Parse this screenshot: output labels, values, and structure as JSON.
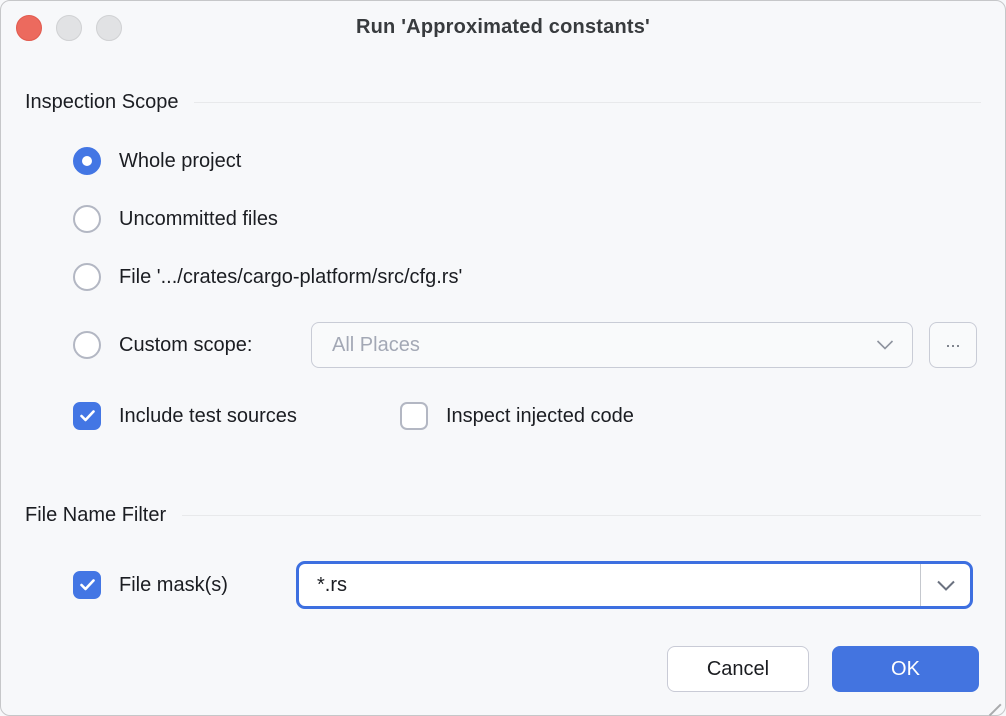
{
  "window": {
    "title": "Run 'Approximated constants'"
  },
  "colors": {
    "accent_blue": "#4376E4",
    "ok_button_blue": "#4374E0",
    "dialog_background": "#F7F8FA",
    "close_button_red": "#EC6A5E",
    "disabled_text": "#A3A8B5",
    "border_gray": "#C9CCD6"
  },
  "icons": {
    "chevron_down": "v",
    "checkmark": "check",
    "ellipsis": "..."
  },
  "inspection_scope": {
    "heading": "Inspection Scope",
    "options": [
      {
        "label": "Whole project",
        "selected": true
      },
      {
        "label": "Uncommitted files",
        "selected": false
      },
      {
        "label": "File '.../crates/cargo-platform/src/cfg.rs'",
        "selected": false
      },
      {
        "label": "Custom scope:",
        "selected": false
      }
    ],
    "custom_scope_select": {
      "value": "All Places",
      "disabled": true
    },
    "browse_button_label": "...",
    "checkboxes": [
      {
        "label": "Include test sources",
        "checked": true
      },
      {
        "label": "Inspect injected code",
        "checked": false
      }
    ]
  },
  "file_name_filter": {
    "heading": "File Name Filter",
    "file_mask_checkbox": {
      "label": "File mask(s)",
      "checked": true
    },
    "file_mask_combo": {
      "value": "*.rs",
      "focused": true
    }
  },
  "footer": {
    "cancel_label": "Cancel",
    "ok_label": "OK"
  }
}
